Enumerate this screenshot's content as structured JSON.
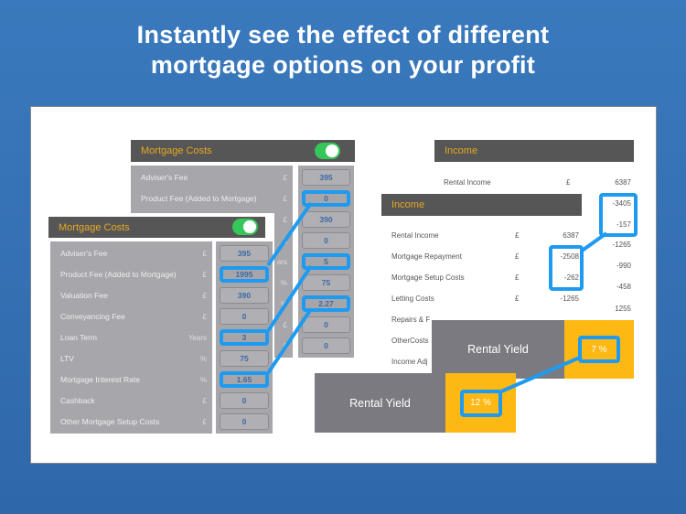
{
  "title_line1": "Instantly see the effect of different",
  "title_line2": "mortgage options on your profit",
  "back_mortgage": {
    "header": "Mortgage Costs",
    "toggle_on": true,
    "rows": [
      {
        "label": "Adviser's Fee",
        "unit": "£",
        "value": "395"
      },
      {
        "label": "Product Fee (Added to Mortgage)",
        "unit": "£",
        "value": "0",
        "highlight": true
      },
      {
        "label": "",
        "unit": "£",
        "value": "390"
      },
      {
        "label": "",
        "unit": "£",
        "value": "0"
      },
      {
        "label": "",
        "unit": "ars",
        "value": "5",
        "highlight": true
      },
      {
        "label": "",
        "unit": "%",
        "value": "75"
      },
      {
        "label": "",
        "unit": "%",
        "value": "2.27",
        "highlight": true
      },
      {
        "label": "",
        "unit": "£",
        "value": "0"
      },
      {
        "label": "",
        "unit": "£",
        "value": "0"
      }
    ]
  },
  "front_mortgage": {
    "header": "Mortgage Costs",
    "toggle_on": true,
    "rows": [
      {
        "label": "Adviser's Fee",
        "unit": "£",
        "value": "395"
      },
      {
        "label": "Product Fee (Added to Mortgage)",
        "unit": "£",
        "value": "1995",
        "highlight": true
      },
      {
        "label": "Valuation Fee",
        "unit": "£",
        "value": "390"
      },
      {
        "label": "Conveyancing Fee",
        "unit": "£",
        "value": "0"
      },
      {
        "label": "Loan Term",
        "unit": "Years",
        "value": "3",
        "highlight": true
      },
      {
        "label": "LTV",
        "unit": "%",
        "value": "75"
      },
      {
        "label": "Mortgage Interest Rate",
        "unit": "%",
        "value": "1.65",
        "highlight": true
      },
      {
        "label": "Cashback",
        "unit": "£",
        "value": "0"
      },
      {
        "label": "Other Mortgage Setup Costs",
        "unit": "£",
        "value": "0"
      }
    ]
  },
  "back_income": {
    "header": "Income",
    "rental_label": "Rental Income",
    "rental_unit": "£",
    "values": [
      "6387",
      "-3405",
      "-157",
      "-1265",
      "-990",
      "-458",
      "1255"
    ]
  },
  "front_income": {
    "header": "Income",
    "rows": [
      {
        "label": "Rental Income",
        "unit": "£",
        "value": "6387"
      },
      {
        "label": "Mortgage Repayment",
        "unit": "£",
        "value": "-2508"
      },
      {
        "label": "Mortgage Setup Costs",
        "unit": "£",
        "value": "-262"
      },
      {
        "label": "Letting Costs",
        "unit": "£",
        "value": "-1265"
      },
      {
        "label": "Repairs & F",
        "unit": "",
        "value": ""
      },
      {
        "label": "OtherCosts",
        "unit": "",
        "value": ""
      },
      {
        "label": "Income Adj",
        "unit": "",
        "value": ""
      }
    ]
  },
  "back_yield": {
    "label": "Rental Yield",
    "value": "7 %"
  },
  "front_yield": {
    "label": "Rental Yield",
    "value": "12 %"
  },
  "colors": {
    "accent": "#1e9bf0",
    "header_text": "#e8a820",
    "yield": "#fdb813"
  }
}
